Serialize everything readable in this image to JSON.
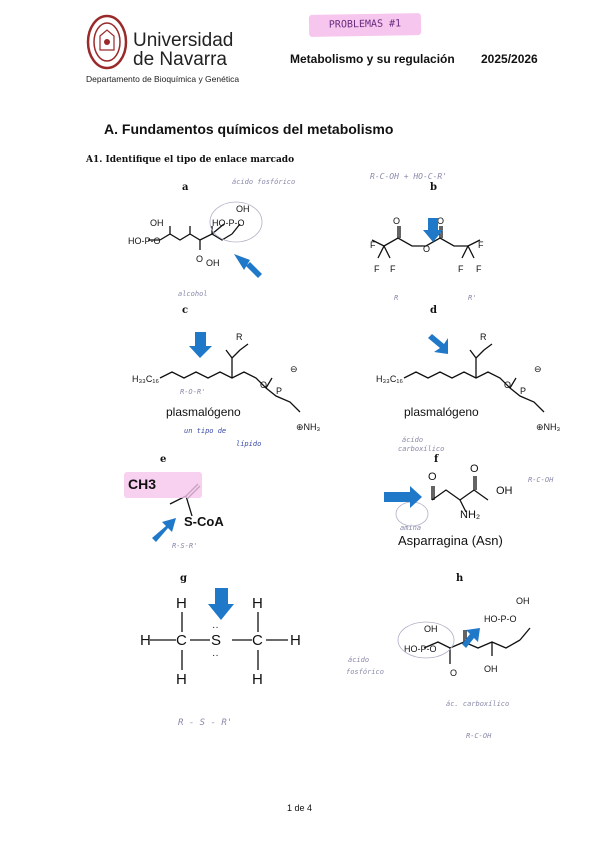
{
  "header": {
    "university_line1": "Universidad",
    "university_line2": "de Navarra",
    "department": "Departamento de Bioquímica y Genética",
    "stamp": "PROBLEMAS #1",
    "title": "Metabolismo y su regulación",
    "year": "2025/2026",
    "logo_icon": "university-seal-icon"
  },
  "section": {
    "title": "A. Fundamentos químicos del metabolismo",
    "question": "A1. Identifique el tipo de enlace marcado"
  },
  "panels": {
    "a": {
      "label": "a",
      "note_top": "ácido fosfórico",
      "note_bottom": "alcohol"
    },
    "b": {
      "label": "b",
      "note_top": "R-C-OH + HO-C-R'",
      "note_left": "R",
      "note_right": "R'"
    },
    "c": {
      "label": "c",
      "name": "plasmalógeno",
      "note_mid": "R-O-R'",
      "note_line1": "un tipo de",
      "note_line2": "lípido"
    },
    "d": {
      "label": "d",
      "name": "plasmalógeno"
    },
    "e": {
      "label": "e",
      "group": "CH3",
      "residue": "S-CoA",
      "note": "R-S-R'"
    },
    "f": {
      "label": "f",
      "name": "Asparragina (Asn)",
      "note_top1": "ácido",
      "note_top2": "carboxílico",
      "note_amine": "amina",
      "note_side": "R-C-OH"
    },
    "g": {
      "label": "g",
      "note": "R - S - R'"
    },
    "h": {
      "label": "h",
      "note_left1": "ácido",
      "note_left2": "fosfórico",
      "note_bottom1": "ác. carboxílico",
      "note_bottom2": "R-C-OH"
    }
  },
  "footer": {
    "page": "1 de 4"
  },
  "colors": {
    "arrow": "#1f78c8",
    "highlight": "#f6c6ee",
    "handwriting": "#8888aa"
  }
}
